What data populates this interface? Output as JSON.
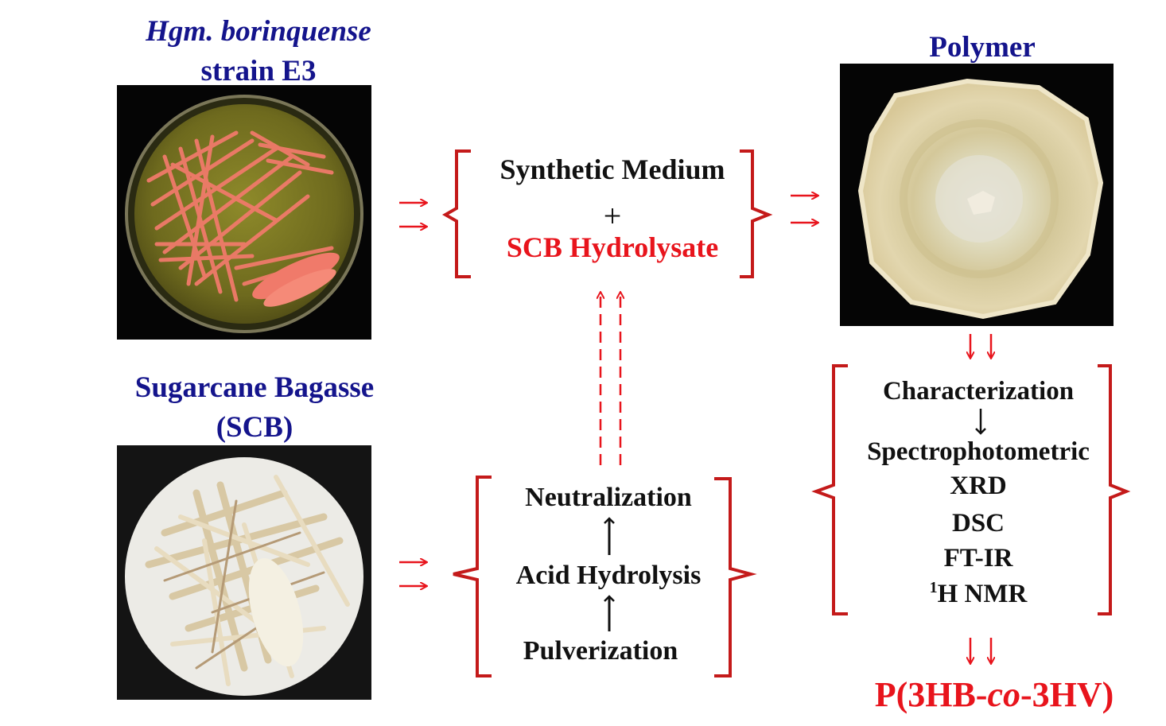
{
  "organism": {
    "line1": "Hgm. borinquense",
    "line2": "strain E3"
  },
  "substrate": {
    "line1": "Sugarcane Bagasse",
    "line2": "(SCB)"
  },
  "medium": {
    "line1": "Synthetic Medium",
    "plus": "+",
    "line3": "SCB Hydrolysate"
  },
  "pretreatment": {
    "steps": [
      "Neutralization",
      "Acid Hydrolysis",
      "Pulverization"
    ]
  },
  "polymer": {
    "title": "Polymer"
  },
  "characterization": {
    "title": "Characterization",
    "methods": [
      "Spectrophotometric",
      "XRD",
      "DSC",
      "FT-IR"
    ],
    "nmr_sup": "1",
    "nmr_text": "H NMR"
  },
  "product": {
    "prefix": "P(3HB-",
    "italic": "co",
    "suffix": "-3HV)"
  },
  "colors": {
    "title_blue": "#14148c",
    "accent_red": "#e8141c",
    "bracket_red": "#c41a1a",
    "text_black": "#111111"
  }
}
